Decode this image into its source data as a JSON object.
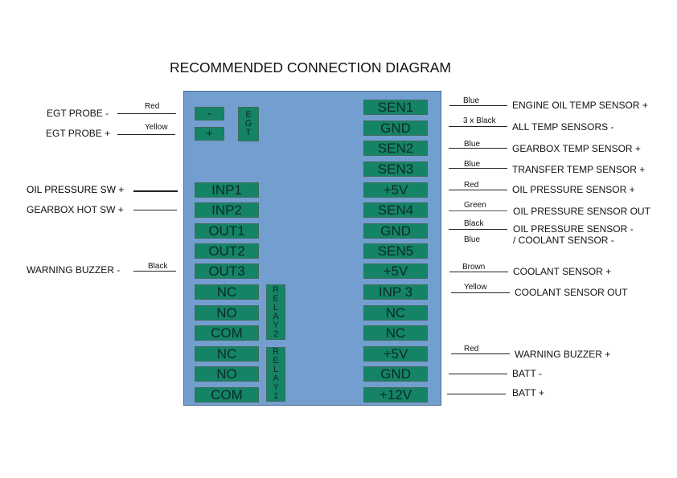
{
  "title": "RECOMMENDED CONNECTION DIAGRAM",
  "board": {
    "color": "#729fcf",
    "pin_color": "#158466",
    "egt_group": {
      "label": [
        "E",
        "G",
        "T"
      ],
      "pins": [
        "-",
        "+"
      ]
    },
    "left_pins": [
      "INP1",
      "INP2",
      "OUT1",
      "OUT2",
      "OUT3",
      "NC",
      "NO",
      "COM",
      "NC",
      "NO",
      "COM"
    ],
    "relay2_label": [
      "R",
      "E",
      "L",
      "A",
      "Y",
      "2"
    ],
    "relay1_label": [
      "R",
      "E",
      "L",
      "A",
      "Y",
      "1"
    ],
    "right_pins": [
      "SEN1",
      "GND",
      "SEN2",
      "SEN3",
      "+5V",
      "SEN4",
      "GND",
      "SEN5",
      "+5V",
      "INP 3",
      "NC",
      "NC",
      "+5V",
      "GND",
      "+12V"
    ]
  },
  "left_connections": [
    {
      "label": "EGT PROBE -",
      "wire_color": "Red"
    },
    {
      "label": "EGT PROBE +",
      "wire_color": "Yellow"
    },
    {
      "label": "OIL PRESSURE SW  +",
      "wire_color": ""
    },
    {
      "label": "GEARBOX HOT SW +",
      "wire_color": ""
    },
    {
      "label": "WARNING BUZZER -",
      "wire_color": "Black"
    }
  ],
  "right_connections": [
    {
      "label": "ENGINE OIL TEMP SENSOR +",
      "wire_color": "Blue"
    },
    {
      "label": "ALL TEMP SENSORS -",
      "wire_color": "3 x Black"
    },
    {
      "label": "GEARBOX TEMP SENSOR +",
      "wire_color": "Blue"
    },
    {
      "label": "TRANSFER TEMP SENSOR +",
      "wire_color": "Blue"
    },
    {
      "label": "OIL PRESSURE SENSOR +",
      "wire_color": "Red"
    },
    {
      "label": "OIL PRESSURE SENSOR OUT",
      "wire_color": "Green"
    },
    {
      "label": "OIL PRESSURE  SENSOR -",
      "label2": " / COOLANT SENSOR  -",
      "wire_color": "Black",
      "wire_color2": "Blue"
    },
    {
      "label": "COOLANT SENSOR +",
      "wire_color": "Brown"
    },
    {
      "label": "COOLANT SENSOR OUT",
      "wire_color": "Yellow"
    },
    {
      "label": "WARNING BUZZER +",
      "wire_color": "Red"
    },
    {
      "label": "BATT -",
      "wire_color": ""
    },
    {
      "label": "BATT +",
      "wire_color": ""
    }
  ]
}
